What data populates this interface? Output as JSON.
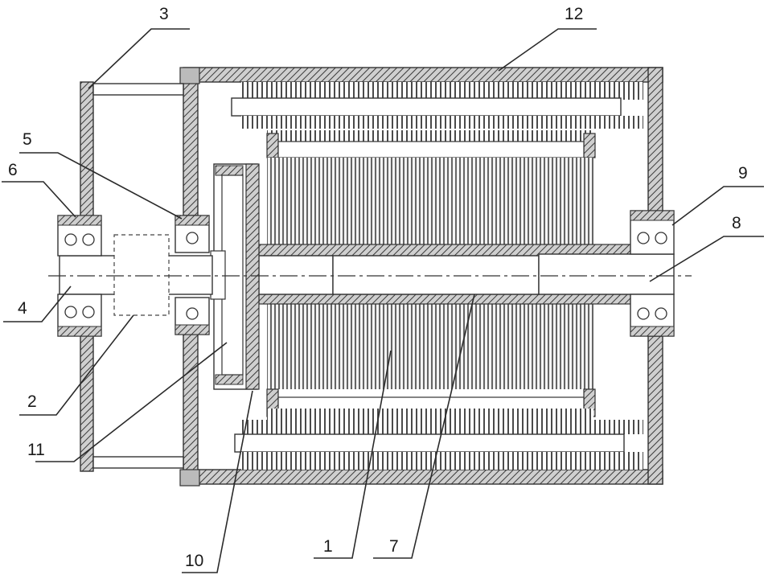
{
  "callouts": [
    {
      "id": "3",
      "text": "3"
    },
    {
      "id": "12",
      "text": "12"
    },
    {
      "id": "5",
      "text": "5"
    },
    {
      "id": "6",
      "text": "6"
    },
    {
      "id": "9",
      "text": "9"
    },
    {
      "id": "8",
      "text": "8"
    },
    {
      "id": "4",
      "text": "4"
    },
    {
      "id": "2",
      "text": "2"
    },
    {
      "id": "11",
      "text": "11"
    },
    {
      "id": "10",
      "text": "10"
    },
    {
      "id": "1",
      "text": "1"
    },
    {
      "id": "7",
      "text": "7"
    }
  ]
}
